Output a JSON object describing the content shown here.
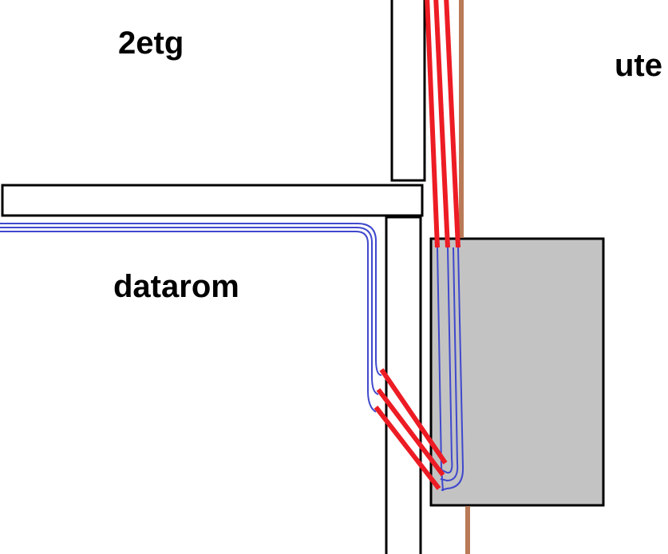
{
  "labels": {
    "floor2": "2etg",
    "outside": "ute",
    "server_room": "datarom"
  },
  "colors": {
    "background": "#ffffff",
    "wall_stroke": "#000000",
    "wall_fill": "#ffffff",
    "box_fill": "#c3c3c3",
    "red_cable": "#ed1c24",
    "blue_cable": "#3f48cc",
    "brown_pipe": "#b97a57",
    "label_text": "#000000"
  },
  "legend_items": [
    {
      "id": "red-cables",
      "icon": "red-line",
      "color": "#ed1c24"
    },
    {
      "id": "blue-cables",
      "icon": "blue-line",
      "color": "#3f48cc"
    },
    {
      "id": "brown-pipe",
      "icon": "brown-line",
      "color": "#b97a57"
    }
  ]
}
